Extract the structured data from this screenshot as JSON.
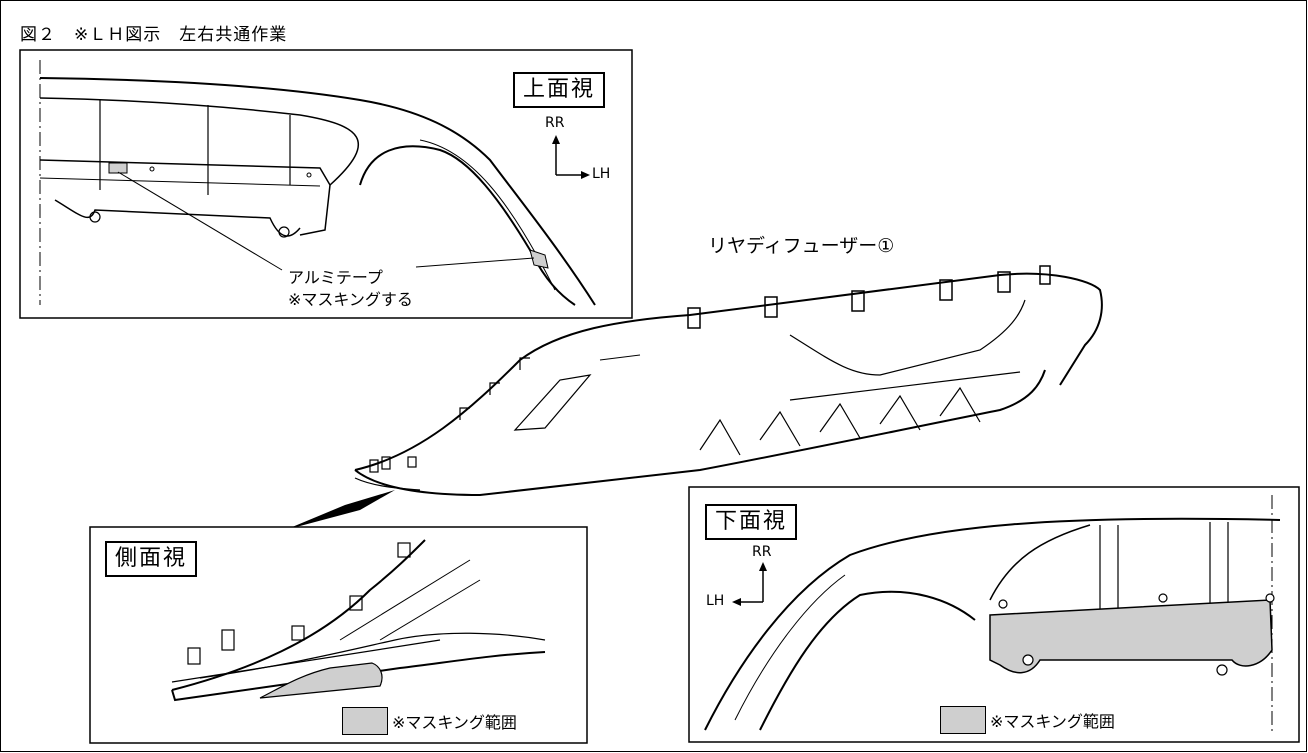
{
  "title": "図２　※ＬＨ図示　左右共通作業",
  "part_label": "リヤディフューザー①",
  "top_view": {
    "label": "上面視",
    "axis_up": "RR",
    "axis_side": "LH",
    "callout_line1": "アルミテープ",
    "callout_line2": "※マスキングする"
  },
  "side_view": {
    "label": "側面視",
    "legend": "※マスキング範囲"
  },
  "bottom_view": {
    "label": "下面視",
    "axis_up": "RR",
    "axis_side": "LH",
    "legend": "※マスキング範囲"
  },
  "colors": {
    "mask_fill": "#cfcfcf",
    "line": "#000000"
  }
}
